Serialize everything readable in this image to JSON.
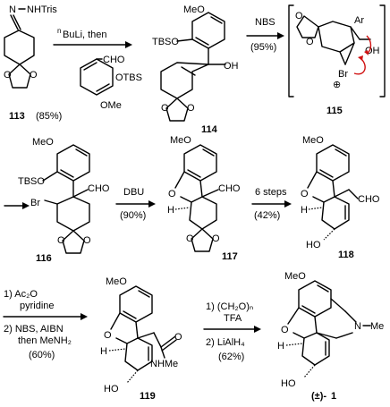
{
  "compounds": {
    "c113": "113",
    "c114": "114",
    "c115": "115",
    "c116": "116",
    "c117": "117",
    "c118": "118",
    "c119": "119",
    "final_pre": "(±)-",
    "final_num": "1"
  },
  "atoms": {
    "hydrazone_n": "N",
    "hydrazone_nh": "NHTris",
    "cho": "CHO",
    "otbs": "OTBS",
    "ome": "OMe",
    "meo": "MeO",
    "tbso": "TBSO",
    "oh": "OH",
    "ho": "HO",
    "ar": "Ar",
    "br": "Br",
    "br_plus": "⊕",
    "o": "O",
    "h": "H",
    "n": "N",
    "me": "Me",
    "nhme": "NHMe"
  },
  "reagents": {
    "r1_base": "BuLi, then",
    "r1_sup": "n",
    "r1_yield": "(85%)",
    "r2": "NBS",
    "r2_yield": "(95%)",
    "r3": "DBU",
    "r3_yield": "(90%)",
    "r4": "6 steps",
    "r4_yield": "(42%)",
    "r5_line1": "1) Ac₂O",
    "r5_line2": "pyridine",
    "r5_line3": "2) NBS, AIBN",
    "r5_line4": "then MeNH₂",
    "r5_line5": "(60%)",
    "r6_line1": "1) (CH₂O)ₙ",
    "r6_line2": "TFA",
    "r6_line3": "2) LiAlH₄",
    "r6_line4": "(62%)"
  }
}
